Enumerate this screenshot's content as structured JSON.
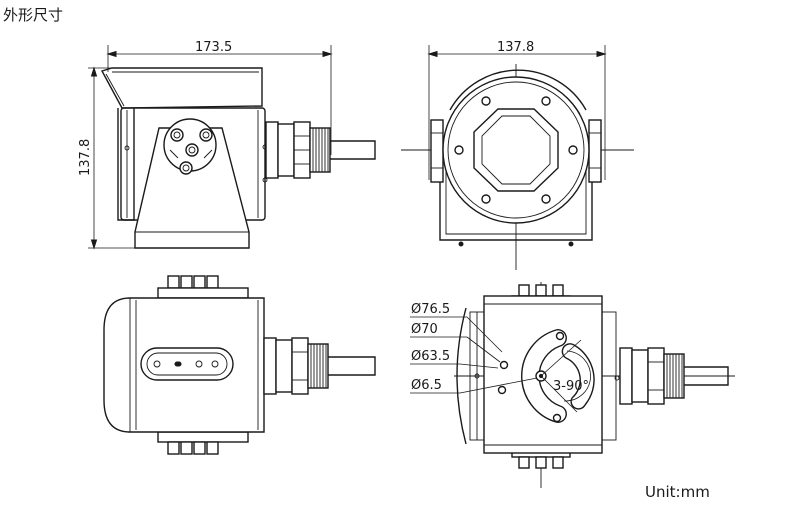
{
  "header": {
    "title": "外形尺寸"
  },
  "dimensions": {
    "side_width": "173.5",
    "side_height": "137.8",
    "front_width": "137.8",
    "dia_outer": "Ø76.5",
    "dia_70": "Ø70",
    "dia_63": "Ø63.5",
    "dia_hole": "Ø6.5",
    "hole_count": "3-90°"
  },
  "unit_label": "Unit:mm"
}
